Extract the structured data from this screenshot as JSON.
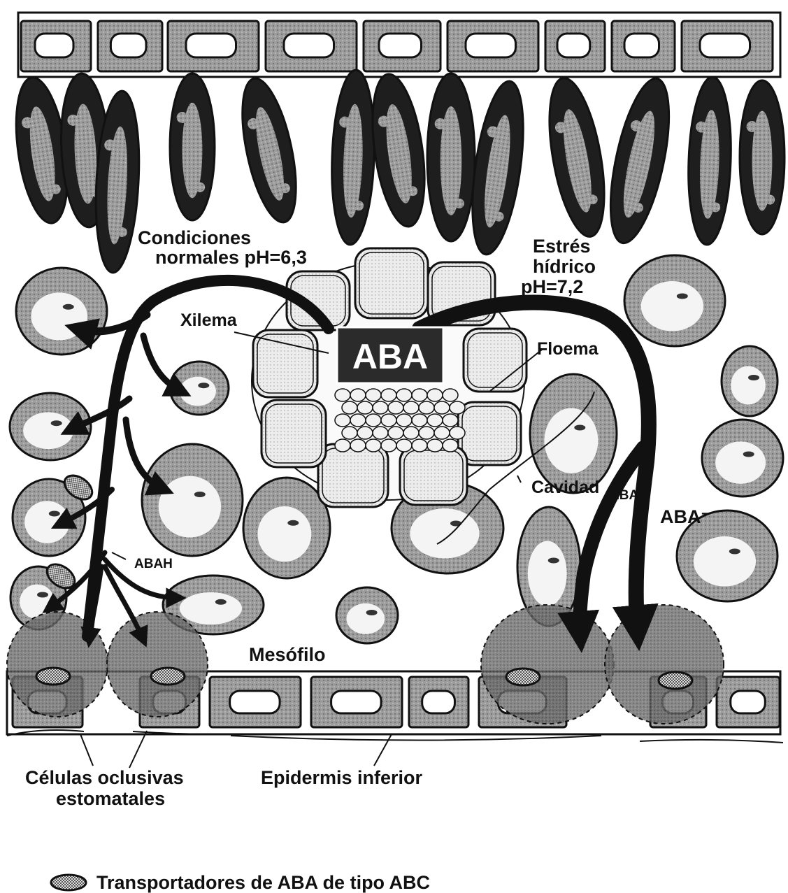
{
  "labels": {
    "condiciones_line1": "Condiciones",
    "condiciones_line2": "normales  pH=6,3",
    "estres_line1": "Estrés",
    "estres_line2": "hídrico",
    "estres_line3": "pH=7,2",
    "xilema": "Xilema",
    "aba_box": "ABA",
    "floema": "Floema",
    "cavidad": "Cavidad",
    "aba_minus_small": "ABA⁻",
    "aba_minus": "ABA⁻",
    "abah": "ABAH",
    "mesofilo": "Mesófilo",
    "celulas_line1": "Células oclusivas",
    "celulas_line2": "estomatales",
    "epidermis": "Epidermis inferior"
  },
  "legend": {
    "icon": "abc-transporter-icon",
    "text": "Transportadores de ABA de tipo ABC"
  },
  "colors": {
    "ink": "#111111",
    "cell_dark": "#2a2a2a",
    "cell_gray": "#9a9a9a",
    "cell_light": "#ececec"
  }
}
